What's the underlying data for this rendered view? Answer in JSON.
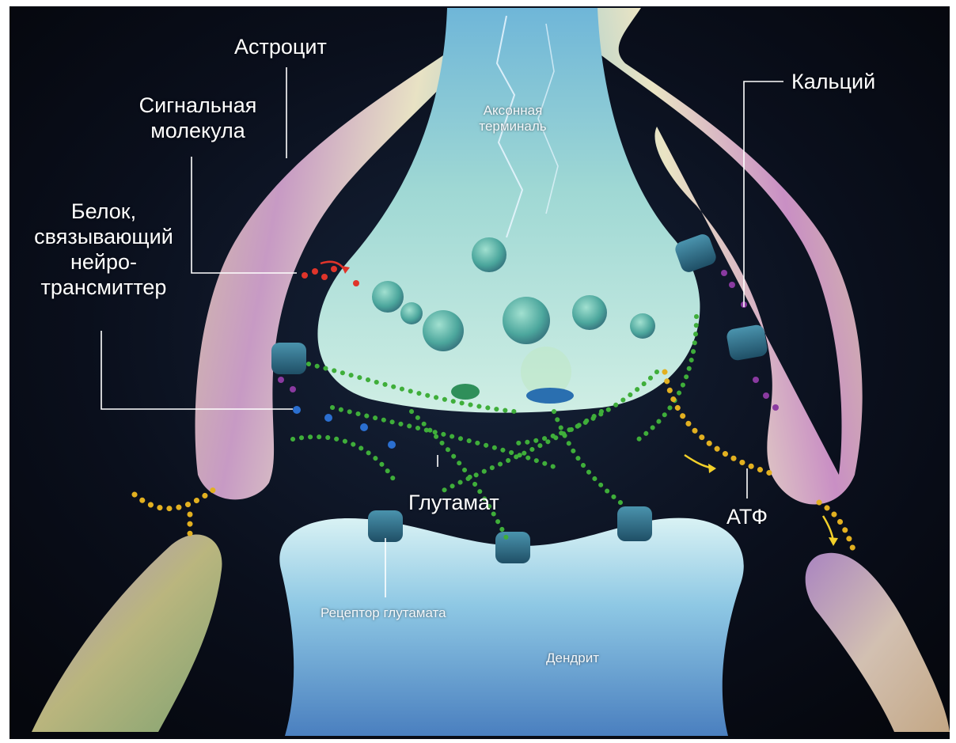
{
  "labels": {
    "astrocyte": "Астроцит",
    "signal_molecule": [
      "Сигнальная",
      "молекула"
    ],
    "nt_binding_protein": [
      "Белок,",
      "связывающий",
      "нейро-",
      "трансмиттер"
    ],
    "axon_terminal": [
      "Аксонная",
      "терминаль"
    ],
    "calcium": "Кальций",
    "glutamate": "Глутамат",
    "atp": "АТФ",
    "glutamate_receptor": "Рецептор глутамата",
    "dendrite": "Дендрит"
  },
  "colors": {
    "background": "#0a0f1c",
    "glutamate_dots": "#3fae3a",
    "atp_dots": "#e2b020",
    "signal_dots": "#e0342a",
    "binding_protein_dots": "#2b6fd0",
    "calcium_dots": "#8a3aa0",
    "receptor": "#2e6a86"
  }
}
